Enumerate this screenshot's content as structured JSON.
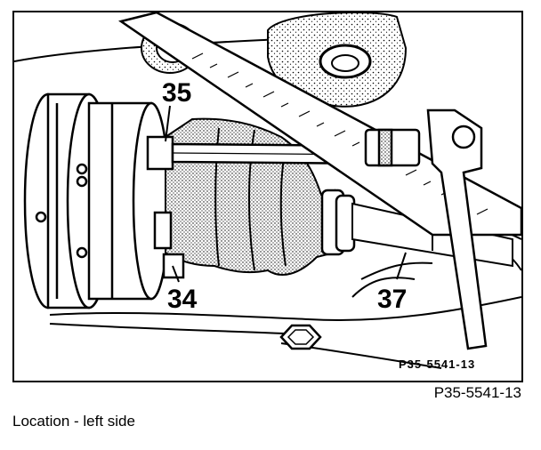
{
  "diagram": {
    "callouts": [
      "35",
      "34",
      "37"
    ],
    "inner_code": "P35-5541-13"
  },
  "figure_code": "P35-5541-13",
  "caption": "Location - left side"
}
